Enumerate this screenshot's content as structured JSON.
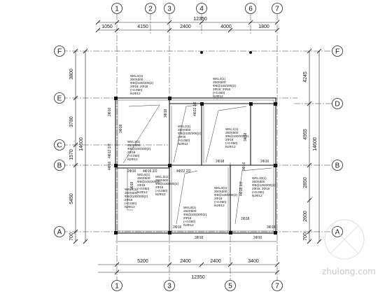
{
  "top_grid": [
    "1",
    "2",
    "3",
    "4",
    "6",
    "7"
  ],
  "top_total": "12350",
  "top_dims": [
    "1050",
    "4150",
    "2400",
    "4000",
    "1800"
  ],
  "bottom_grid": [
    "1",
    "3",
    "5",
    "7"
  ],
  "bottom_dims": [
    "5200",
    "2400",
    "2400",
    "3400"
  ],
  "bottom_total": "12350",
  "left_grid": [
    "F",
    "E",
    "C",
    "B",
    "A"
  ],
  "left_dims": [
    "3800",
    "3780",
    "1570",
    "5450",
    "700"
  ],
  "left_total": "14600",
  "right_grid": [
    "F",
    "D",
    "B",
    "A"
  ],
  "right_dims": [
    "4245",
    "4955",
    "2850",
    "2600",
    "700"
  ],
  "right_total": "14600",
  "beam_labels": [
    "4Φ16",
    "2Φ16",
    "4Φ16 2/2",
    "4Φ22 2/2",
    "2Φ16",
    "4Φ12 2/2",
    "4Φ22 2/2",
    "3Φ18",
    "3Φ18",
    "2Φ18",
    "3Φ18",
    "3Φ16",
    "2Φ16",
    "3Φ18",
    "2Φ18",
    "2Φ16",
    "4Φ18 2/2",
    "3Φ18",
    "3Φ18",
    "2Φ16"
  ],
  "notes": [
    [
      "WKL5(1)",
      "250X500",
      "Φ8@100/200(2)",
      "2Φ18; 2Φ18",
      "(+0.050)",
      "N2Φ12"
    ],
    [
      "WKL4(1)",
      "250X500",
      "Φ8@100/200(2)",
      "2Φ16; 2Φ16",
      "(+0.050)",
      "N2Φ12"
    ],
    [
      "WKL3(1)",
      "250X500",
      "Φ8@100/200(2)",
      "2Φ16",
      "(+0.050)",
      "N2Φ12"
    ],
    [
      "WKL2(1)",
      "250X500",
      "Φ8@100/200(2)",
      "2Φ16",
      "(+0.050)",
      "N2Φ12"
    ],
    [
      "WKL1(1)",
      "250X500",
      "Φ8@100/200(2)",
      "2Φ16",
      "(+0.050)",
      "N2Φ12"
    ],
    [
      "WKL6(1)",
      "250X500",
      "Φ8@100/200(2)",
      "2Φ16",
      "(+0.050)",
      "N2Φ12"
    ],
    [
      "WKL7(1)",
      "250X500",
      "Φ8@100/200(2)",
      "2Φ16",
      "(+0.050)",
      "N2Φ12"
    ],
    [
      "WKL8(1)",
      "250X500",
      "Φ8@100/200(2)",
      "2Φ16",
      "(+0.050)",
      "N2Φ12"
    ],
    [
      "WKL9(1)",
      "250X500",
      "Φ8@100/200(2)",
      "2Φ16",
      "(+0.050)",
      "N2Φ12"
    ],
    [
      "WKL10(1)",
      "250X500",
      "Φ8@100/200(2)",
      "2Φ18; 3Φ18",
      "(+0.050)",
      "N2Φ12"
    ],
    [
      "WKL11(1)",
      "250X500",
      "Φ8@100/200(2)",
      "2Φ16",
      "(+0.050)",
      "N2Φ12"
    ]
  ],
  "watermark": "zhulong.com"
}
